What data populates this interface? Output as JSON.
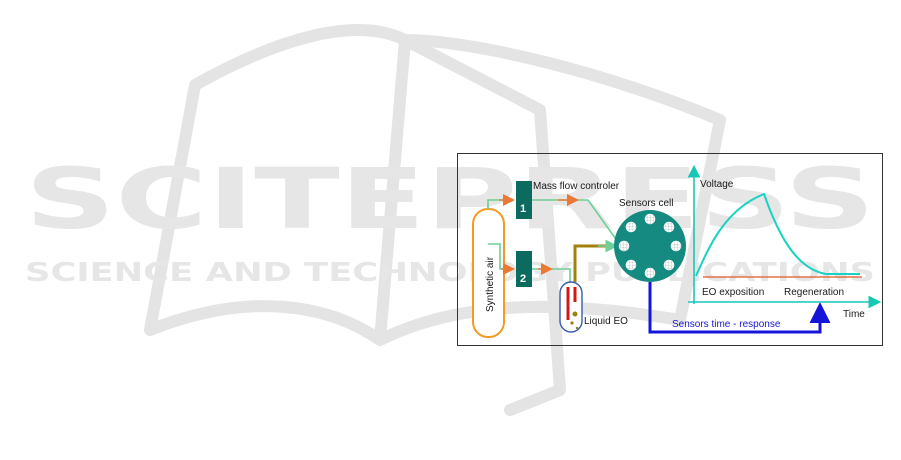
{
  "watermark": {
    "brand": "SCITEPRESS",
    "tagline": "SCIENCE AND TECHNOLOGY PUBLICATIONS",
    "color": "#e6e6e6"
  },
  "diagram": {
    "synthetic_air_label": "Synthetic air",
    "mfc_label": "Mass flow controler",
    "mfc_1": "1",
    "mfc_2": "2",
    "liquid_eo_label": "Liquid EO",
    "sensors_cell_label": "Sensors cell",
    "voltage_label": "Voltage",
    "time_label": "Time",
    "eo_exposition_label": "EO exposition",
    "regeneration_label": "Regeneration",
    "sensors_response_label": "Sensors time - response",
    "colors": {
      "air_container": "#f59a23",
      "line_flow": "#6fcf97",
      "mfc_box": "#0b6b5e",
      "sensors_cell": "#148a80",
      "eo_line": "#a08010",
      "axis": "#19c7b5",
      "response_arrow": "#1515d8",
      "exposure_line": "#e05a20"
    }
  }
}
